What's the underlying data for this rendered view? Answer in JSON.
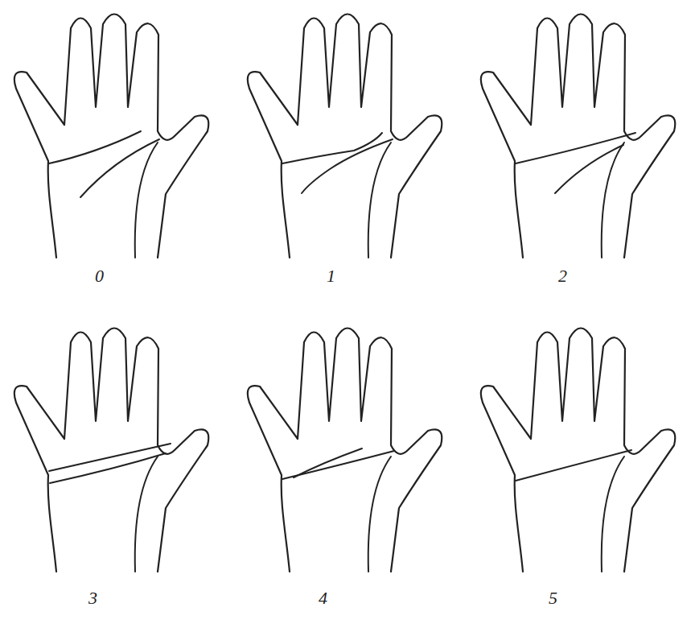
{
  "diagram": {
    "labels": [
      "0",
      "1",
      "2",
      "3",
      "4",
      "5"
    ]
  }
}
